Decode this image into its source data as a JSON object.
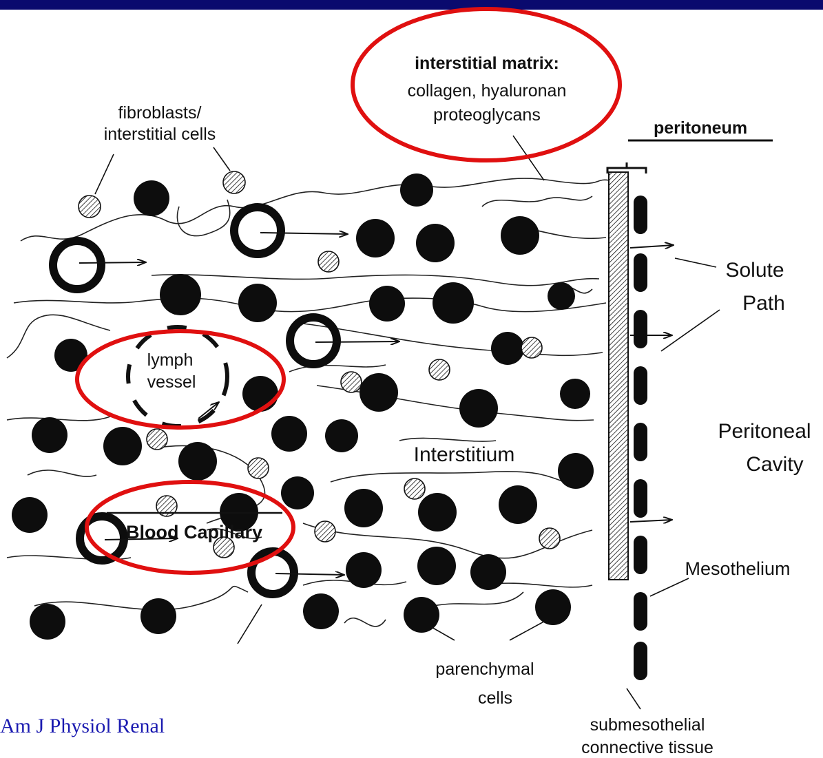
{
  "labels": {
    "fibroblasts_line1": "fibroblasts/",
    "fibroblasts_line2": "interstitial cells",
    "matrix_line1": "interstitial matrix:",
    "matrix_line2": "collagen, hyaluronan",
    "matrix_line3": "proteoglycans",
    "peritoneum": "peritoneum",
    "solute_line1": "Solute",
    "solute_line2": "Path",
    "lymph_line1": "lymph",
    "lymph_line2": "vessel",
    "peritoneal_line1": "Peritoneal",
    "peritoneal_line2": "Cavity",
    "interstitium": "Interstitium",
    "mesothelium": "Mesothelium",
    "blood_capillary": "Blood Capillary",
    "parenchymal_line1": "parenchymal",
    "parenchymal_line2": "cells",
    "submeso_line1": "submesothelial",
    "submeso_line2": "connective tissue",
    "source": "Am J Physiol Renal"
  },
  "colors": {
    "top_bar": "#0a0a6e",
    "highlight_ellipse": "#e01010",
    "ink": "#111111",
    "source_text": "#1a1ab0"
  }
}
